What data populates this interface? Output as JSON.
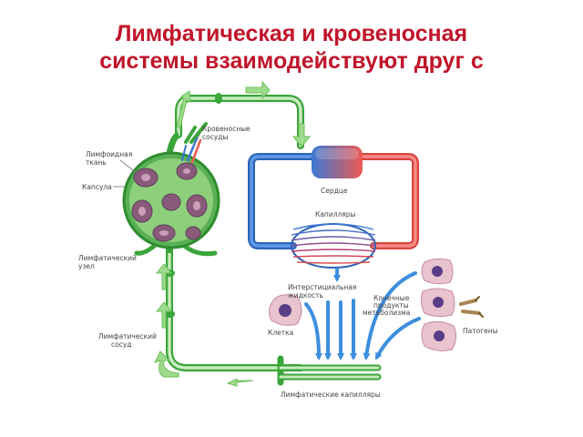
{
  "slide": {
    "title_line1": "Лимфатическая и кровеносная",
    "title_line2": "системы взаимодействуют друг с"
  },
  "labels": {
    "blood_vessels_1": "Кровеносные",
    "blood_vessels_2": "сосуды",
    "lymphoid_tissue_1": "Лимфоидная",
    "lymphoid_tissue_2": "ткань",
    "capsule": "Капсула",
    "lymph_node_1": "Лимфатический",
    "lymph_node_2": "узел",
    "heart": "Сердце",
    "capillaries": "Капилляры",
    "interstitial_1": "Интерстициальная",
    "interstitial_2": "жидкость",
    "end_products_1": "Конечные",
    "end_products_2": "продукты",
    "end_products_3": "метаболизма",
    "cell": "Клетка",
    "pathogens": "Патогены",
    "lymph_vessel_1": "Лимфатический",
    "lymph_vessel_2": "сосуд",
    "lymph_capillaries": "Лимфатические капилляры"
  },
  "colors": {
    "title": "#c0152a",
    "lymph": "#4cb84a",
    "lymph_light": "#c9ecbe",
    "vein": "#3a78d4",
    "artery": "#ee5a52",
    "arrow_flow": "#3d8ede",
    "cell_body": "#e9c3cd",
    "nucleus": "#5a3f86"
  }
}
